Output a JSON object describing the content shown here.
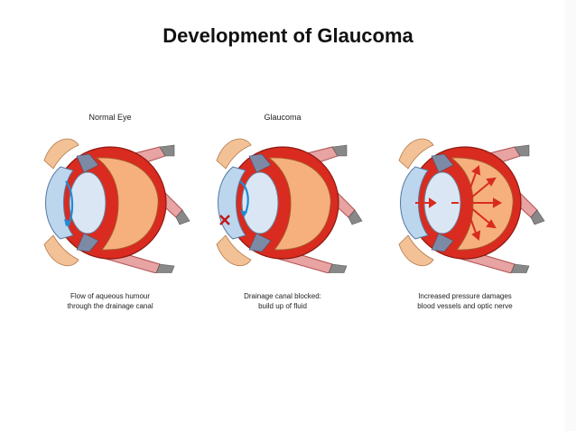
{
  "title": "Development of Glaucoma",
  "panels": [
    {
      "label": "Normal Eye",
      "caption_line1": "Flow of aqueous humour",
      "caption_line2": "through the drainage canal"
    },
    {
      "label": "Glaucoma",
      "caption_line1": "Drainage canal blocked:",
      "caption_line2": "build up of fluid"
    },
    {
      "label": "",
      "caption_line1": "Increased pressure damages",
      "caption_line2": "blood vessels and optic nerve"
    }
  ],
  "colors": {
    "sclera_red": "#d92b1f",
    "vitreous": "#f6b07e",
    "lens": "#dbe6f4",
    "cornea": "#bcd6ee",
    "muscle": "#e8a0a0"
  }
}
